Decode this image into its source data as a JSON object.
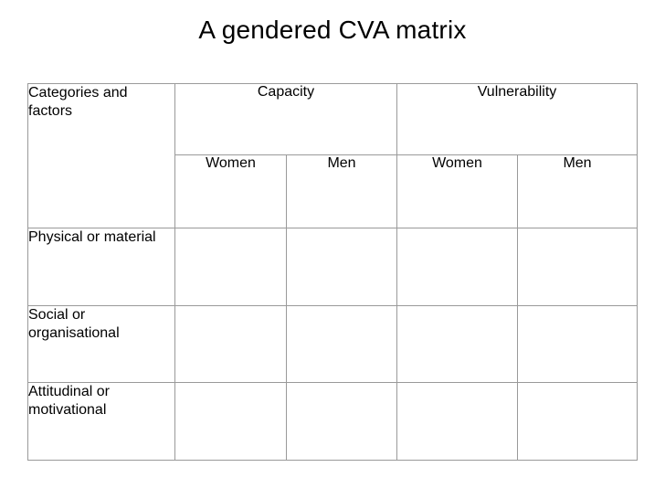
{
  "slide": {
    "title": "A gendered CVA matrix",
    "background_color": "#ffffff",
    "text_color": "#000000",
    "border_color": "#9a9a9a"
  },
  "matrix": {
    "corner_label": "Categories and factors",
    "group_headers": [
      {
        "label": "Capacity"
      },
      {
        "label": "Vulnerability"
      }
    ],
    "sub_headers": [
      {
        "label": "Women"
      },
      {
        "label": "Men"
      },
      {
        "label": "Women"
      },
      {
        "label": "Men"
      }
    ],
    "rows": [
      {
        "label": "Physical or material",
        "cells": [
          "",
          "",
          "",
          ""
        ]
      },
      {
        "label": "Social or organisational",
        "cells": [
          "",
          "",
          "",
          ""
        ]
      },
      {
        "label": "Attitudinal or motivational",
        "cells": [
          "",
          "",
          "",
          ""
        ]
      }
    ]
  }
}
